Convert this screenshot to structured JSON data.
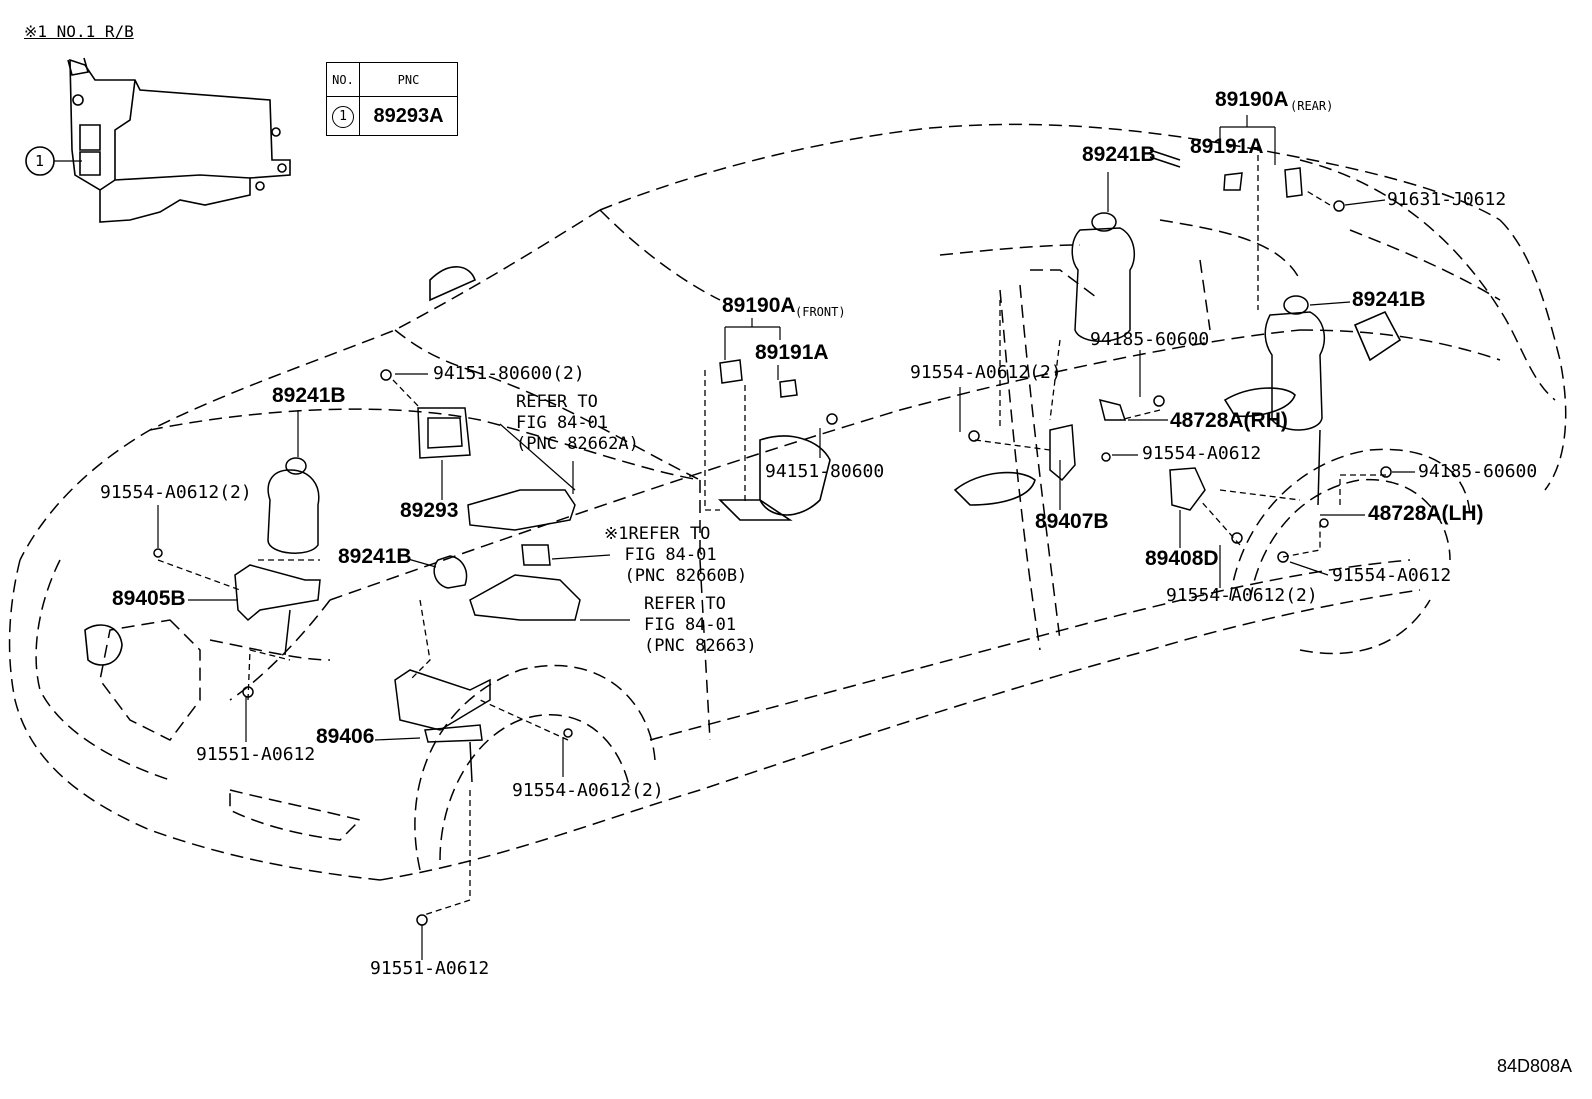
{
  "inset": {
    "title": "※1 NO.1 R/B",
    "callout_number": "1"
  },
  "key_table": {
    "header_no": "NO.",
    "header_pnc": "PNC",
    "row_no": "1",
    "row_pnc": "89293A"
  },
  "labels": {
    "p89190a_rear": "89190A",
    "p89190a_rear_note": "(REAR)",
    "p89191a_rear": "89191A",
    "p89241b_rear_top": "89241B",
    "p91631_j0612": "91631-J0612",
    "p89241b_rear_right": "89241B",
    "p94185_60600_upper": "94185-60600",
    "p48728a_rh": "48728A(RH)",
    "p91554_a0612_mid": "91554-A0612",
    "p94185_60600_lower": "94185-60600",
    "p48728a_lh": "48728A(LH)",
    "p91554_a0612_rear": "91554-A0612",
    "p91554_a0612_2_rear": "91554-A0612(2)",
    "p89408d": "89408D",
    "p89407b": "89407B",
    "p91554_a0612_2_door": "91554-A0612(2)",
    "p94151_80600_door": "94151-80600",
    "p89190a_front": "89190A",
    "p89190a_front_note": "(FRONT)",
    "p89191a_front": "89191A",
    "p94151_80600_2": "94151-80600(2)",
    "p89241b_front_left": "89241B",
    "p91554_a0612_2_front": "91554-A0612(2)",
    "p89293": "89293",
    "p89241b_front_mid": "89241B",
    "p89405b": "89405B",
    "p89406": "89406",
    "p91551_a0612_left": "91551-A0612",
    "p91554_a0612_2_bottom": "91554-A0612(2)",
    "p91551_a0612_bottom": "91551-A0612"
  },
  "notes": {
    "refer_82662a": "REFER TO\nFIG 84-01\n(PNC 82662A)",
    "refer_82660b": "※1REFER TO\n  FIG 84-01\n  (PNC 82660B)",
    "refer_82663": "REFER TO\nFIG 84-01\n(PNC 82663)"
  },
  "diagram_id": "84D808A"
}
